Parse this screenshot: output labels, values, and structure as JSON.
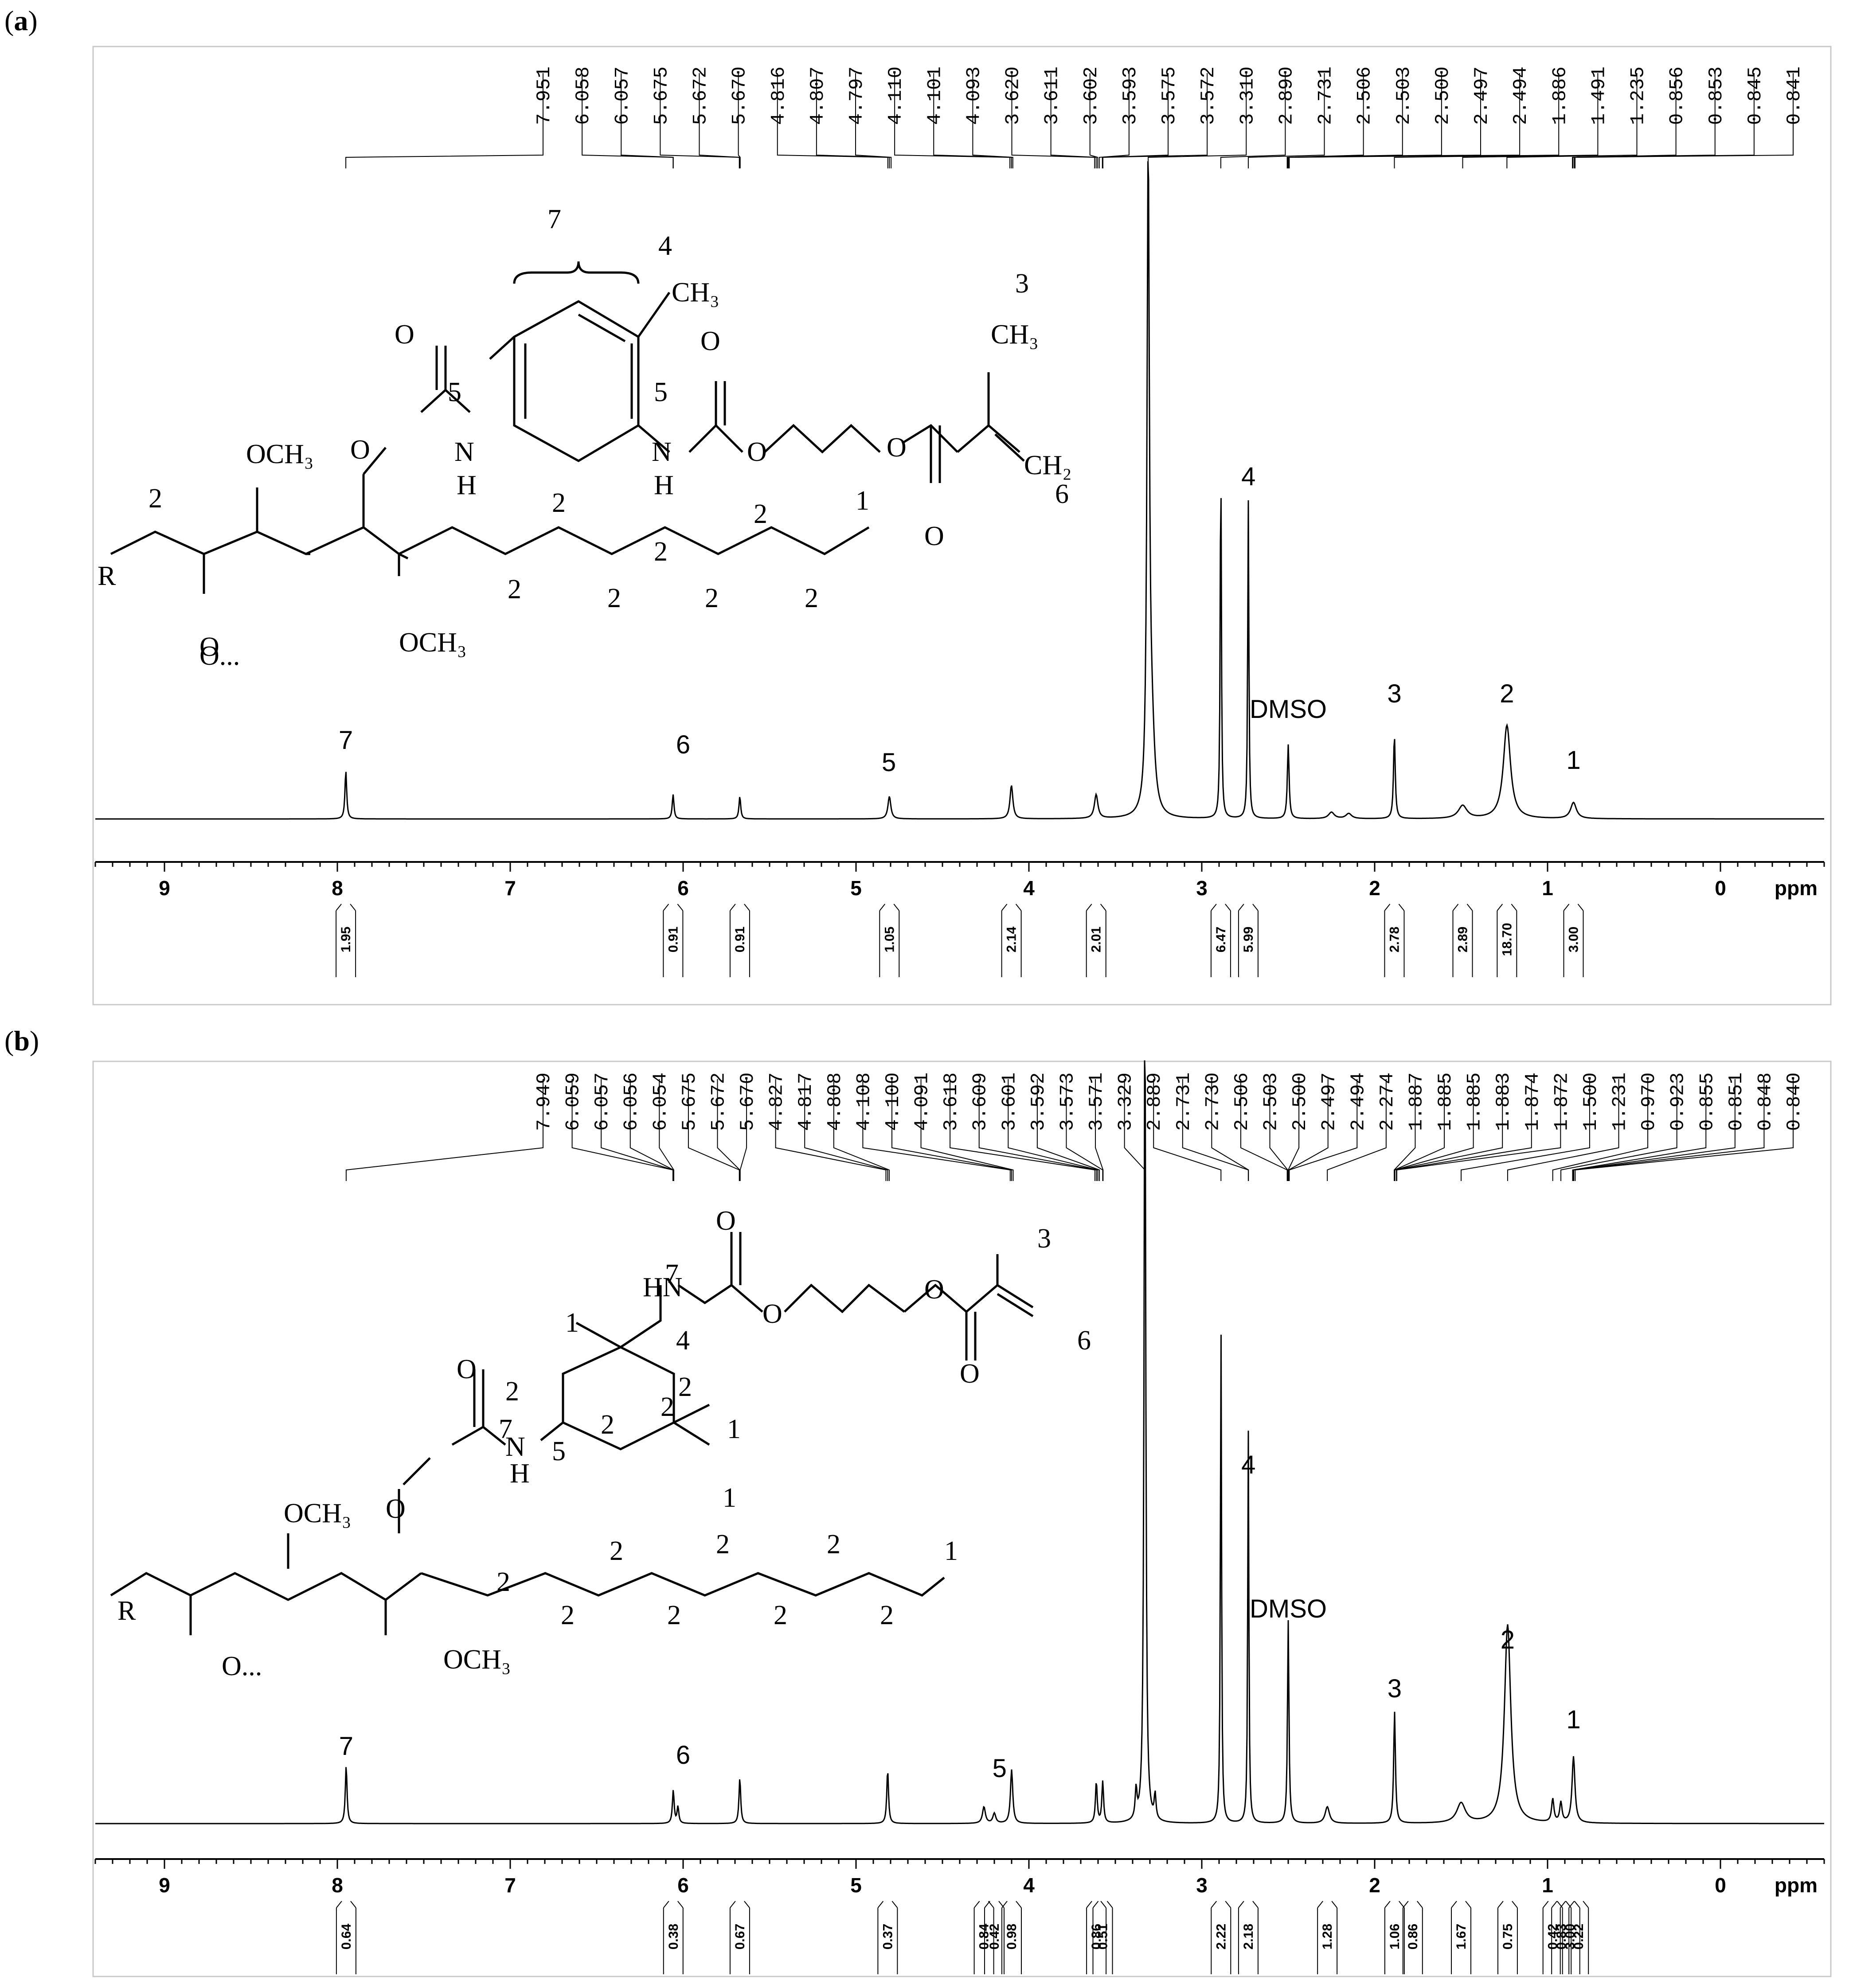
{
  "panels": [
    {
      "label_parts": [
        "(",
        "a",
        ")"
      ],
      "chart_data": {
        "type": "line",
        "x_axis": {
          "range": [
            9.4,
            -0.6
          ],
          "reversed": true,
          "ticks": [
            "9",
            "8",
            "7",
            "6",
            "5",
            "4",
            "3",
            "2",
            "1",
            "0"
          ],
          "unit": "ppm"
        },
        "peaks_listed": [
          "7.951",
          "6.058",
          "6.057",
          "5.675",
          "5.672",
          "5.670",
          "4.816",
          "4.807",
          "4.797",
          "4.110",
          "4.101",
          "4.093",
          "3.620",
          "3.611",
          "3.602",
          "3.593",
          "3.575",
          "3.572",
          "3.310",
          "2.890",
          "2.731",
          "2.506",
          "2.503",
          "2.500",
          "2.497",
          "2.494",
          "1.886",
          "1.491",
          "1.235",
          "0.856",
          "0.853",
          "0.845",
          "0.841"
        ],
        "spectrum": [
          {
            "ppm": 7.951,
            "height": 0.075,
            "width": 0.006
          },
          {
            "ppm": 6.058,
            "height": 0.038,
            "width": 0.006
          },
          {
            "ppm": 5.672,
            "height": 0.035,
            "width": 0.006
          },
          {
            "ppm": 4.807,
            "height": 0.035,
            "width": 0.01
          },
          {
            "ppm": 4.101,
            "height": 0.052,
            "width": 0.01
          },
          {
            "ppm": 3.611,
            "height": 0.037,
            "width": 0.012
          },
          {
            "ppm": 3.31,
            "height": 1.0,
            "width": 0.008
          },
          {
            "ppm": 3.29,
            "height": 0.12,
            "width": 0.02
          },
          {
            "ppm": 2.89,
            "height": 0.57,
            "width": 0.004
          },
          {
            "ppm": 2.731,
            "height": 0.495,
            "width": 0.004
          },
          {
            "ppm": 2.5,
            "height": 0.115,
            "width": 0.006
          },
          {
            "ppm": 2.25,
            "height": 0.01,
            "width": 0.02
          },
          {
            "ppm": 2.15,
            "height": 0.008,
            "width": 0.02
          },
          {
            "ppm": 1.886,
            "height": 0.13,
            "width": 0.006
          },
          {
            "ppm": 1.491,
            "height": 0.02,
            "width": 0.03
          },
          {
            "ppm": 1.235,
            "height": 0.145,
            "width": 0.025
          },
          {
            "ppm": 0.85,
            "height": 0.025,
            "width": 0.02
          }
        ],
        "assignments": [
          {
            "text": "7",
            "ppm": 7.951
          },
          {
            "text": "6",
            "ppm": 6.0
          },
          {
            "text": "5",
            "ppm": 4.81
          },
          {
            "text": "4",
            "ppm": 2.73
          },
          {
            "text": "DMSO",
            "ppm": 2.5
          },
          {
            "text": "3",
            "ppm": 1.886
          },
          {
            "text": "2",
            "ppm": 1.235
          },
          {
            "text": "1",
            "ppm": 0.85
          }
        ],
        "integrals": [
          {
            "ppm": 7.951,
            "value": "1.95"
          },
          {
            "ppm": 6.058,
            "value": "0.91"
          },
          {
            "ppm": 5.672,
            "value": "0.91"
          },
          {
            "ppm": 4.807,
            "value": "1.05"
          },
          {
            "ppm": 4.101,
            "value": "2.14"
          },
          {
            "ppm": 3.611,
            "value": "2.01"
          },
          {
            "ppm": 2.89,
            "value": "6.47"
          },
          {
            "ppm": 2.731,
            "value": "5.99"
          },
          {
            "ppm": 1.886,
            "value": "2.78"
          },
          {
            "ppm": 1.491,
            "value": "2.89"
          },
          {
            "ppm": 1.235,
            "value": "18.70"
          },
          {
            "ppm": 0.85,
            "value": "3.00"
          }
        ]
      },
      "structure_text": [
        "7",
        "4",
        "CH₃",
        "3",
        "CH₃",
        "O",
        "O",
        "5",
        "5",
        "OCH₃",
        "O",
        "N",
        "H",
        "N",
        "H",
        "O",
        "O",
        "O",
        "2",
        "CH₂",
        "6",
        "2",
        "2",
        "2",
        "1",
        "R",
        "2",
        "2",
        "2",
        "2",
        "O",
        "O...",
        "OCH₃"
      ]
    },
    {
      "label_parts": [
        "(",
        "b",
        ")"
      ],
      "chart_data": {
        "type": "line",
        "x_axis": {
          "range": [
            9.4,
            -0.6
          ],
          "reversed": true,
          "ticks": [
            "9",
            "8",
            "7",
            "6",
            "5",
            "4",
            "3",
            "2",
            "1",
            "0"
          ],
          "unit": "ppm"
        },
        "peaks_listed": [
          "7.949",
          "6.059",
          "6.057",
          "6.056",
          "6.054",
          "5.675",
          "5.672",
          "5.670",
          "4.827",
          "4.817",
          "4.808",
          "4.108",
          "4.100",
          "4.091",
          "3.618",
          "3.609",
          "3.601",
          "3.592",
          "3.573",
          "3.571",
          "3.329",
          "2.889",
          "2.731",
          "2.730",
          "2.506",
          "2.503",
          "2.500",
          "2.497",
          "2.494",
          "2.274",
          "1.887",
          "1.885",
          "1.885",
          "1.883",
          "1.874",
          "1.872",
          "1.500",
          "1.231",
          "0.970",
          "0.923",
          "0.855",
          "0.851",
          "0.848",
          "0.840"
        ],
        "spectrum": [
          {
            "ppm": 7.949,
            "height": 0.07,
            "width": 0.006
          },
          {
            "ppm": 6.057,
            "height": 0.04,
            "width": 0.006
          },
          {
            "ppm": 6.03,
            "height": 0.02,
            "width": 0.006
          },
          {
            "ppm": 5.672,
            "height": 0.055,
            "width": 0.006
          },
          {
            "ppm": 4.817,
            "height": 0.065,
            "width": 0.006
          },
          {
            "ppm": 4.26,
            "height": 0.02,
            "width": 0.01
          },
          {
            "ppm": 4.2,
            "height": 0.012,
            "width": 0.01
          },
          {
            "ppm": 4.1,
            "height": 0.065,
            "width": 0.008
          },
          {
            "ppm": 3.61,
            "height": 0.05,
            "width": 0.006
          },
          {
            "ppm": 3.573,
            "height": 0.05,
            "width": 0.006
          },
          {
            "ppm": 3.38,
            "height": 0.035,
            "width": 0.006
          },
          {
            "ppm": 3.329,
            "height": 1.0,
            "width": 0.006
          },
          {
            "ppm": 3.27,
            "height": 0.03,
            "width": 0.006
          },
          {
            "ppm": 2.889,
            "height": 0.6,
            "width": 0.004
          },
          {
            "ppm": 2.731,
            "height": 0.475,
            "width": 0.004
          },
          {
            "ppm": 2.5,
            "height": 0.245,
            "width": 0.005
          },
          {
            "ppm": 2.274,
            "height": 0.02,
            "width": 0.015
          },
          {
            "ppm": 1.885,
            "height": 0.135,
            "width": 0.006
          },
          {
            "ppm": 1.5,
            "height": 0.024,
            "width": 0.03
          },
          {
            "ppm": 1.231,
            "height": 0.24,
            "width": 0.022
          },
          {
            "ppm": 0.97,
            "height": 0.028,
            "width": 0.008
          },
          {
            "ppm": 0.923,
            "height": 0.024,
            "width": 0.008
          },
          {
            "ppm": 0.85,
            "height": 0.08,
            "width": 0.01
          }
        ],
        "assignments": [
          {
            "text": "7",
            "ppm": 7.949
          },
          {
            "text": "6",
            "ppm": 6.0
          },
          {
            "text": "5",
            "ppm": 4.17
          },
          {
            "text": "4",
            "ppm": 2.73
          },
          {
            "text": "DMSO",
            "ppm": 2.5
          },
          {
            "text": "3",
            "ppm": 1.885
          },
          {
            "text": "2",
            "ppm": 1.231
          },
          {
            "text": "1",
            "ppm": 0.85
          }
        ],
        "integrals": [
          {
            "ppm": 7.949,
            "value": "0.64"
          },
          {
            "ppm": 6.057,
            "value": "0.38"
          },
          {
            "ppm": 5.672,
            "value": "0.67"
          },
          {
            "ppm": 4.817,
            "value": "0.37"
          },
          {
            "ppm": 4.26,
            "value": "0.84"
          },
          {
            "ppm": 4.2,
            "value": "0.42"
          },
          {
            "ppm": 4.1,
            "value": "0.98"
          },
          {
            "ppm": 3.61,
            "value": "0.86"
          },
          {
            "ppm": 3.573,
            "value": "0.51"
          },
          {
            "ppm": 2.889,
            "value": "2.22"
          },
          {
            "ppm": 2.731,
            "value": "2.18"
          },
          {
            "ppm": 2.274,
            "value": "1.28"
          },
          {
            "ppm": 1.885,
            "value": "1.06"
          },
          {
            "ppm": 1.78,
            "value": "0.86"
          },
          {
            "ppm": 1.5,
            "value": "1.67"
          },
          {
            "ppm": 1.231,
            "value": "0.75"
          },
          {
            "ppm": 0.97,
            "value": "0.42"
          },
          {
            "ppm": 0.92,
            "value": "0.83"
          },
          {
            "ppm": 0.87,
            "value": "3.00"
          },
          {
            "ppm": 0.82,
            "value": "0.22"
          }
        ]
      },
      "structure_text": [
        "O",
        "3",
        "7",
        "HN",
        "O",
        "O",
        "O",
        "1",
        "4",
        "6",
        "O",
        "2",
        "2",
        "2",
        "1",
        "7",
        "5",
        "2",
        "N",
        "H",
        "1",
        "OCH₃",
        "O",
        "2",
        "2",
        "2",
        "1",
        "R",
        "2",
        "2",
        "2",
        "2",
        "2",
        "O...",
        "OCH₃"
      ]
    }
  ],
  "colors": {
    "ink": "#000000",
    "frame": "#c8c8c8",
    "background": "#ffffff"
  }
}
